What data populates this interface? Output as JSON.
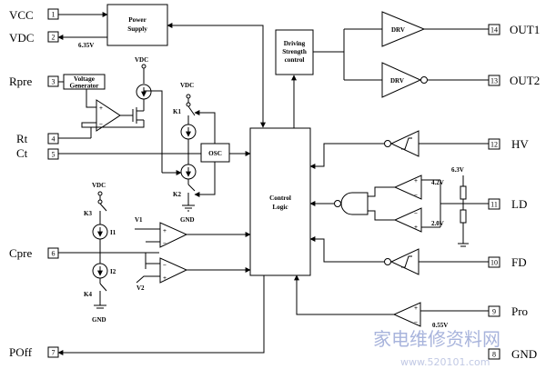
{
  "pins": {
    "vcc": {
      "label": "VCC",
      "num": "1"
    },
    "vdc": {
      "label": "VDC",
      "num": "2"
    },
    "rpre": {
      "label": "Rpre",
      "num": "3"
    },
    "rt": {
      "label": "Rt",
      "num": "4"
    },
    "ct": {
      "label": "Ct",
      "num": "5"
    },
    "cpre": {
      "label": "Cpre",
      "num": "6"
    },
    "poff": {
      "label": "POff",
      "num": "7"
    },
    "gnd": {
      "label": "GND",
      "num": "8"
    },
    "pro": {
      "label": "Pro",
      "num": "9"
    },
    "fd": {
      "label": "FD",
      "num": "10"
    },
    "ld": {
      "label": "LD",
      "num": "11"
    },
    "hv": {
      "label": "HV",
      "num": "12"
    },
    "out2": {
      "label": "OUT2",
      "num": "13"
    },
    "out1": {
      "label": "OUT1",
      "num": "14"
    }
  },
  "blocks": {
    "power_supply": [
      "Power",
      "Supply"
    ],
    "voltage_generator": [
      "Voltage",
      "Generator"
    ],
    "osc": "OSC",
    "control_logic": [
      "Control",
      "Logic"
    ],
    "driving_strength": [
      "Driving",
      "Strength",
      "control"
    ],
    "drv1": "DRV",
    "drv2": "DRV"
  },
  "labels": {
    "v635": "6.35V",
    "vdc_a": "VDC",
    "vdc_b": "VDC",
    "vdc_c": "VDC",
    "gnd_a": "GND",
    "gnd_b": "GND",
    "k1": "K1",
    "k2": "K2",
    "k3": "K3",
    "k4": "K4",
    "i1": "I1",
    "i2": "I2",
    "v1": "V1",
    "v2": "V2",
    "v63": "6.3V",
    "v42": "4.2V",
    "v20": "2.0V",
    "v055": "0.55V"
  },
  "watermark": {
    "cn": "家电维修资料网",
    "url": "www.520101.com"
  }
}
